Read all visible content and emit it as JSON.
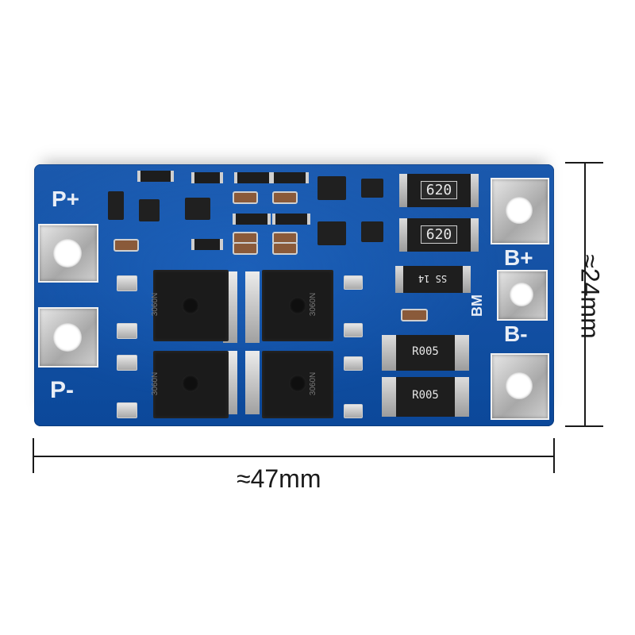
{
  "board": {
    "label_p_plus": "P+",
    "label_p_minus": "P-",
    "label_b_plus": "B+",
    "label_b_minus": "B-",
    "label_bm": "BM",
    "resistor_top": "620",
    "resistor_bottom": "620",
    "shunt_top": "R005",
    "shunt_bottom": "R005",
    "diode_marking": "SS 14",
    "mosfet_marking_1": "3060N",
    "mosfet_marking_2": "3060N",
    "mosfet_marking_3": "3060N",
    "mosfet_marking_4": "3060N"
  },
  "dimensions": {
    "width_label": "≈47mm",
    "height_label": "≈24mm"
  },
  "colors": {
    "pcb": "#0d4fa8",
    "silkscreen": "#e9eef6",
    "pad": "#c8c8c8",
    "component": "#1b1b1b"
  }
}
